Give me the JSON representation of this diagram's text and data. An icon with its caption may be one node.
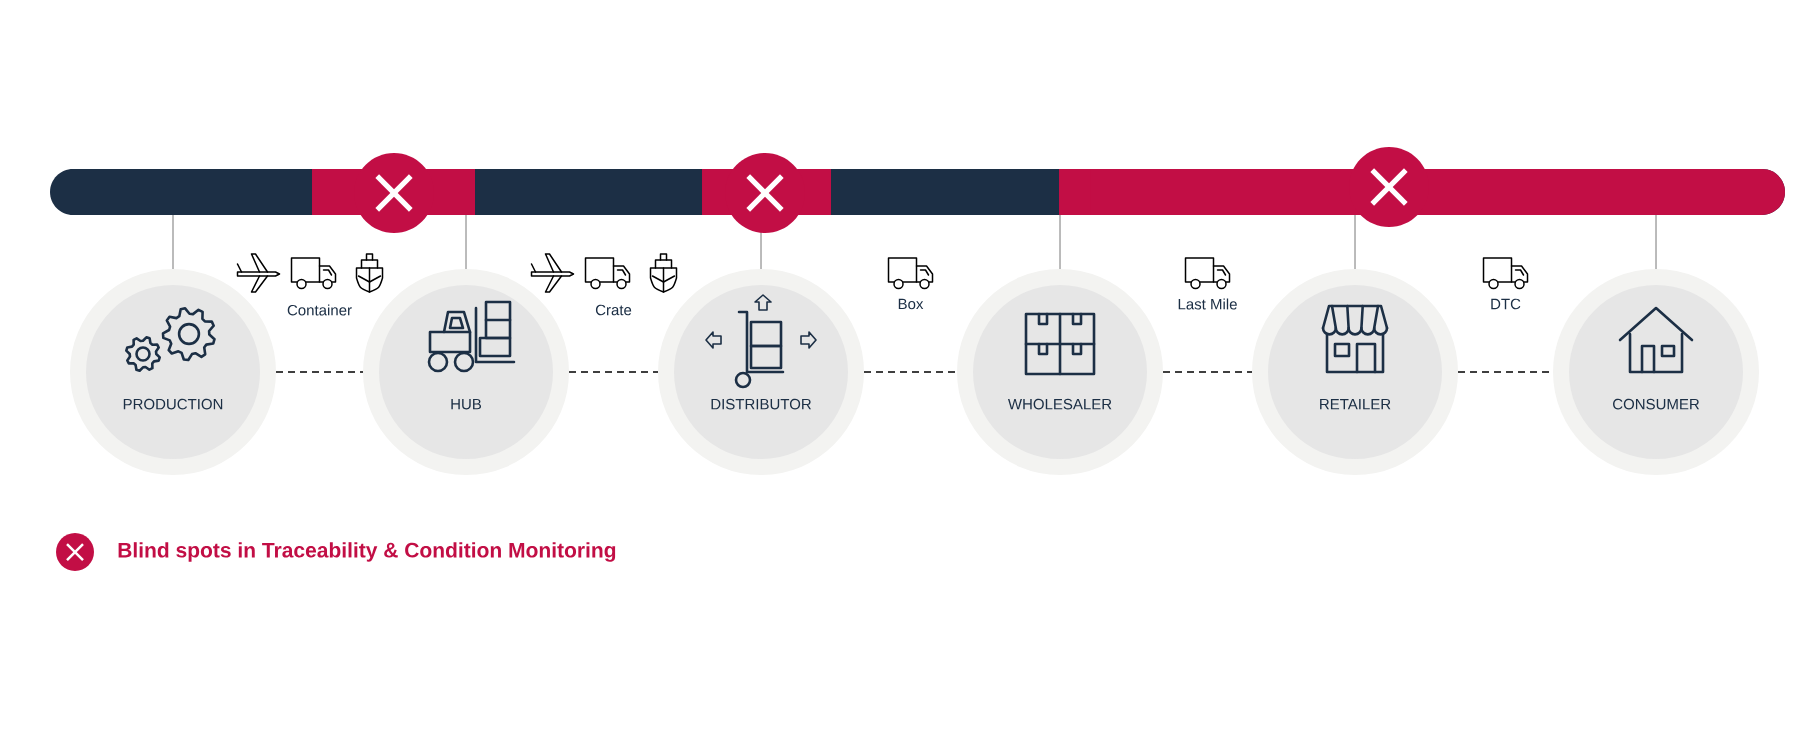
{
  "diagram": {
    "nodes": [
      {
        "text": [
          "PRODUCTION"
        ]
      },
      {
        "text": [
          "HUB"
        ]
      },
      {
        "text": [
          "DISTRIBUTOR"
        ]
      },
      {
        "text": [
          "WHOLESALER"
        ]
      },
      {
        "text": [
          "RETAILER"
        ]
      },
      {
        "text": [
          "CONSUMER"
        ]
      }
    ],
    "edges": [
      {
        "from": 0,
        "to": 1,
        "arrow": "none",
        "style": "dashed",
        "label": "Container"
      },
      {
        "from": 1,
        "to": 2,
        "arrow": "none",
        "style": "dashed",
        "label": "Crate"
      },
      {
        "from": 2,
        "to": 3,
        "arrow": "none",
        "style": "dashed",
        "label": "Box"
      },
      {
        "from": 3,
        "to": 4,
        "arrow": "none",
        "style": "dashed",
        "label": "Last Mile"
      },
      {
        "from": 4,
        "to": 5,
        "arrow": "none",
        "style": "dashed",
        "label": "DTC"
      }
    ],
    "legend": [
      {
        "text": "Blind spots in Traceability & Condition Monitoring"
      }
    ]
  }
}
